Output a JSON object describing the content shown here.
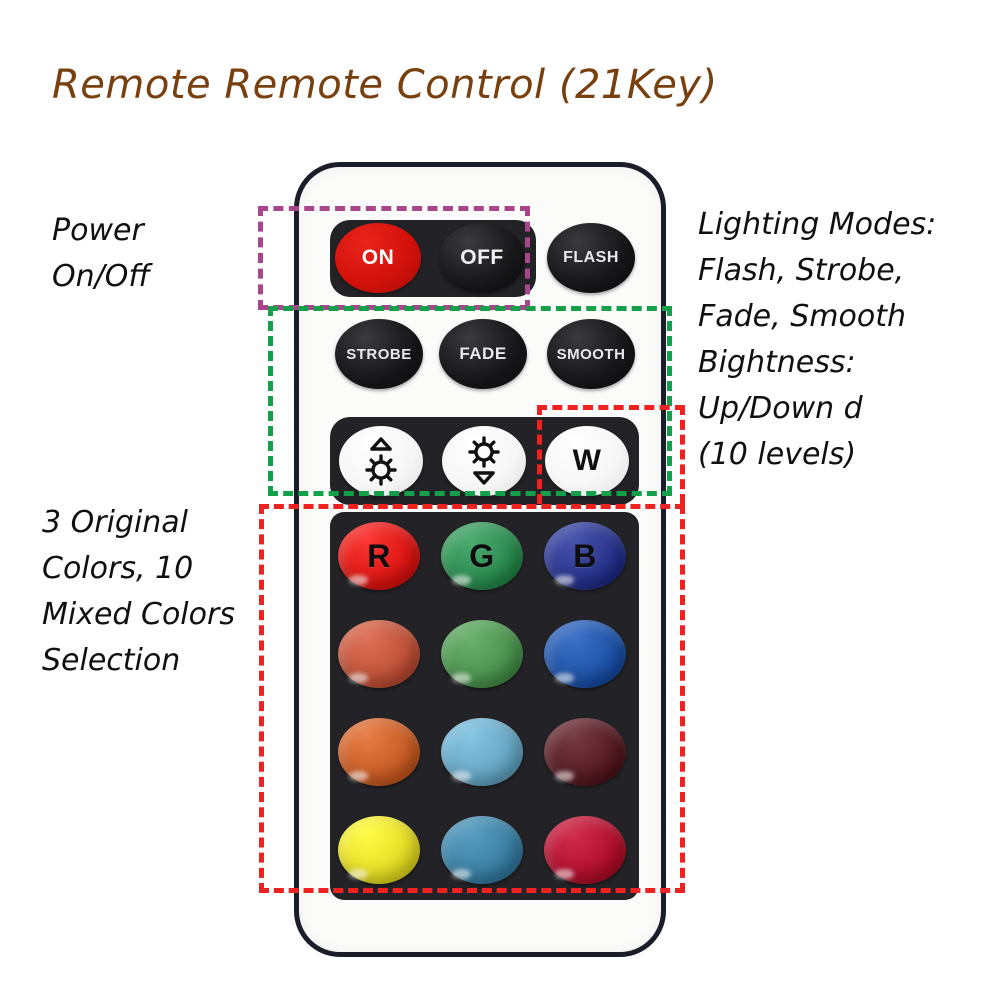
{
  "page": {
    "title": "Remote Remote Control (21Key)",
    "title_color": "#79400f",
    "background": "#ffffff"
  },
  "annotations": [
    {
      "id": "power",
      "name": "annotation-power",
      "lines": [
        "Power",
        "On/Off"
      ],
      "box_color": "#a8468c",
      "box_style": "dashed"
    },
    {
      "id": "modes",
      "name": "annotation-lighting-modes",
      "lines": [
        "Lighting Modes:",
        "Flash, Strobe,",
        "Fade, Smooth",
        "Bightness:",
        "Up/Down d",
        "(10 levels)"
      ],
      "box_color": "#14a04a",
      "box_style": "dashed"
    },
    {
      "id": "colors",
      "name": "annotation-colors",
      "lines": [
        "3 Original",
        "Colors, 10",
        "Mixed Colors",
        "Selection"
      ],
      "box_color": "#ef2121",
      "box_style": "dashed"
    }
  ],
  "annotation_text": {
    "power_l1": "Power",
    "power_l2": "On/Off",
    "modes_l1": "Lighting Modes:",
    "modes_l2": "Flash, Strobe,",
    "modes_l3": "Fade, Smooth",
    "modes_l4": "Bightness:",
    "modes_l5": "Up/Down d",
    "modes_l6": "(10 levels)",
    "colors_l1": "3 Original",
    "colors_l2": "Colors, 10",
    "colors_l3": "Mixed Colors",
    "colors_l4": "Selection"
  },
  "remote": {
    "key_count": 21,
    "body_color": "#fbfbfa",
    "border_color": "#1b1d2a",
    "pad_color": "#232327",
    "rows": {
      "power_row": [
        {
          "label": "ON",
          "name": "button-on",
          "color": "#d4110b",
          "text_color": "#ffffff"
        },
        {
          "label": "OFF",
          "name": "button-off",
          "color": "#161619",
          "text_color": "#f2f2f4"
        },
        {
          "label": "FLASH",
          "name": "button-flash",
          "color": "#141417",
          "text_color": "#e9e9ec"
        }
      ],
      "mode_row": [
        {
          "label": "STROBE",
          "name": "button-strobe",
          "color": "#141417",
          "text_color": "#e9e9ec"
        },
        {
          "label": "FADE",
          "name": "button-fade",
          "color": "#141417",
          "text_color": "#e9e9ec"
        },
        {
          "label": "SMOOTH",
          "name": "button-smooth",
          "color": "#141417",
          "text_color": "#e9e9ec"
        }
      ],
      "brightness_row": [
        {
          "label": "",
          "icon": "brightness-up-icon",
          "name": "button-brightness-up",
          "color": "#ffffff"
        },
        {
          "label": "",
          "icon": "brightness-down-icon",
          "name": "button-brightness-down",
          "color": "#ffffff"
        },
        {
          "label": "W",
          "icon": "",
          "name": "button-white",
          "color": "#ffffff",
          "text_color": "#111111"
        }
      ],
      "color_grid": [
        [
          {
            "label": "R",
            "name": "color-button-red",
            "color": "#e01a16"
          },
          {
            "label": "G",
            "name": "color-button-green",
            "color": "#2f8f54"
          },
          {
            "label": "B",
            "name": "color-button-blue",
            "color": "#2b3790"
          }
        ],
        [
          {
            "label": "",
            "name": "color-button-orange-red",
            "color": "#c2553c"
          },
          {
            "label": "",
            "name": "color-button-mid-green",
            "color": "#4e9651"
          },
          {
            "label": "",
            "name": "color-button-royal-blue",
            "color": "#2256ab"
          }
        ],
        [
          {
            "label": "",
            "name": "color-button-orange",
            "color": "#cb6029"
          },
          {
            "label": "",
            "name": "color-button-light-blue",
            "color": "#6aaac8"
          },
          {
            "label": "",
            "name": "color-button-maroon",
            "color": "#5a1f27"
          }
        ],
        [
          {
            "label": "",
            "name": "color-button-yellow",
            "color": "#e8e029"
          },
          {
            "label": "",
            "name": "color-button-teal",
            "color": "#3d82a6"
          },
          {
            "label": "",
            "name": "color-button-crimson",
            "color": "#b51231"
          }
        ]
      ]
    }
  }
}
